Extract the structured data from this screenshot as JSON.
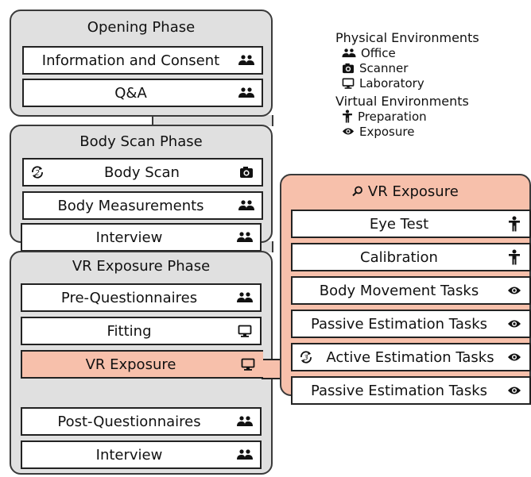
{
  "phases": [
    {
      "title": "Opening Phase",
      "steps": [
        {
          "label": "Information and Consent",
          "icon": "office-icon"
        },
        {
          "label": "Q&A",
          "icon": "office-icon"
        }
      ]
    },
    {
      "title": "Body Scan Phase",
      "steps": [
        {
          "label": "Body Scan",
          "icon": "scanner-icon",
          "left_icon": "repeat-2-icon"
        },
        {
          "label": "Body Measurements",
          "icon": "office-icon"
        },
        {
          "label": "Interview",
          "icon": "office-icon"
        }
      ]
    },
    {
      "title": "VR Exposure Phase",
      "steps": [
        {
          "label": "Pre-Questionnaires",
          "icon": "office-icon"
        },
        {
          "label": "Fitting",
          "icon": "laboratory-icon"
        },
        {
          "label": "VR Exposure",
          "icon": "laboratory-icon",
          "highlighted": true
        },
        {
          "label": "Post-Questionnaires",
          "icon": "office-icon"
        },
        {
          "label": "Interview",
          "icon": "office-icon"
        }
      ]
    }
  ],
  "vr_detail": {
    "title": "VR Exposure",
    "title_icon": "magnifier-icon",
    "steps": [
      {
        "label": "Eye Test",
        "icon": "preparation-icon"
      },
      {
        "label": "Calibration",
        "icon": "preparation-icon"
      },
      {
        "label": "Body Movement Tasks",
        "icon": "exposure-icon"
      },
      {
        "label": "Passive Estimation Tasks",
        "icon": "exposure-icon"
      },
      {
        "label": "Active Estimation Tasks",
        "icon": "exposure-icon",
        "left_icon": "repeat-3-icon"
      },
      {
        "label": "Passive Estimation Tasks",
        "icon": "exposure-icon"
      }
    ]
  },
  "legend": {
    "physical_title": "Physical Environments",
    "physical": [
      {
        "label": "Office",
        "icon": "office-icon"
      },
      {
        "label": "Scanner",
        "icon": "scanner-icon"
      },
      {
        "label": "Laboratory",
        "icon": "laboratory-icon"
      }
    ],
    "virtual_title": "Virtual Environments",
    "virtual": [
      {
        "label": "Preparation",
        "icon": "preparation-icon"
      },
      {
        "label": "Exposure",
        "icon": "exposure-icon"
      }
    ]
  },
  "colors": {
    "phase_fill": "#e0e0e0",
    "highlight": "#f7c0ab",
    "stroke": "#222222"
  }
}
